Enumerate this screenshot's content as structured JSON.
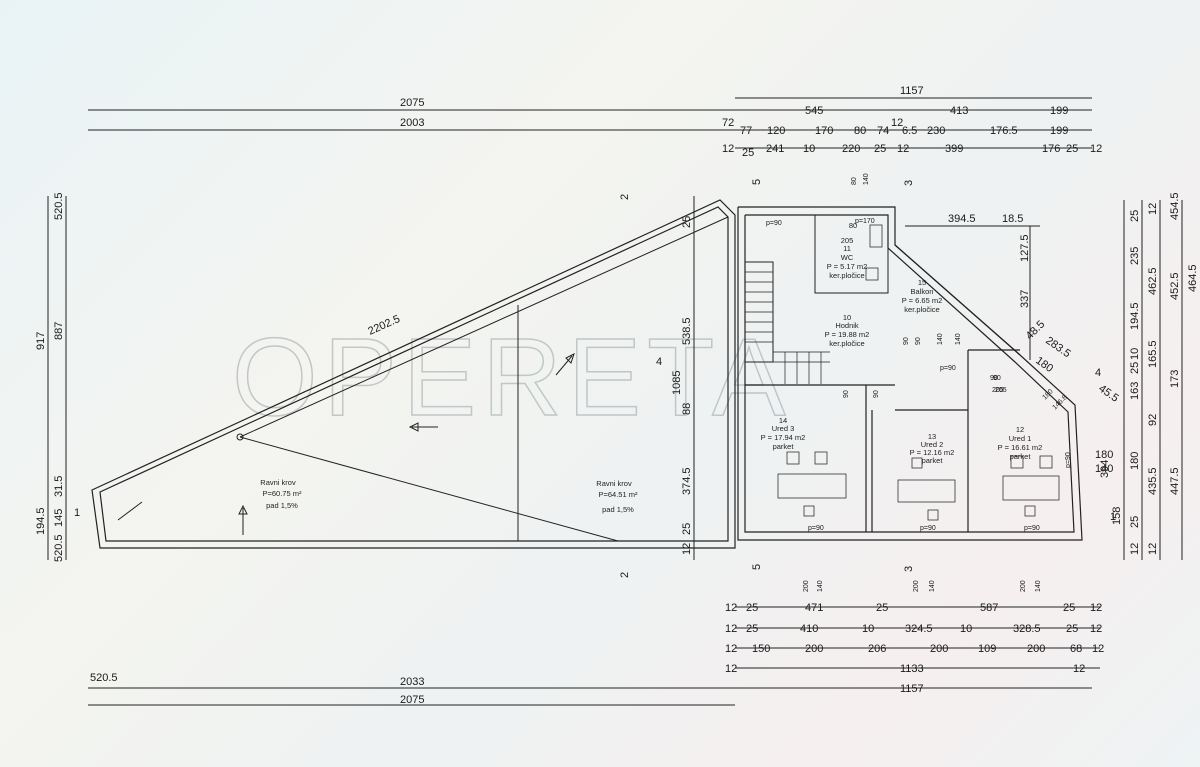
{
  "watermark": "OPERETA",
  "top_dims": {
    "row1_left": "2075",
    "row1_right": "1157",
    "row2": [
      "545",
      "413",
      "199"
    ],
    "row3_left": "2003",
    "row3_prefix": "72",
    "row3": [
      "77",
      "120",
      "170",
      "80",
      "74",
      "12",
      "6.5",
      "230",
      "176.5",
      "199"
    ],
    "row4": [
      "12",
      "25",
      "241",
      "10",
      "220",
      "25",
      "12",
      "399",
      "176",
      "25",
      "12"
    ]
  },
  "bottom_dims": {
    "row1": [
      "12",
      "25",
      "471",
      "25",
      "587",
      "25",
      "12"
    ],
    "row2": [
      "12",
      "25",
      "410",
      "10",
      "324.5",
      "10",
      "328.5",
      "25",
      "12"
    ],
    "row3": [
      "12",
      "150",
      "200",
      "206",
      "200",
      "109",
      "200",
      "68",
      "12"
    ],
    "row4": [
      "12",
      "1133",
      "12"
    ],
    "row5_left": "2033",
    "row5_prefix": "520.5",
    "row5_right": "1157",
    "row6": "2075"
  },
  "left_dims": [
    "917",
    "887",
    "520.5",
    "194.5",
    "145",
    "31.5",
    "520.5"
  ],
  "right_dims": [
    "25",
    "235",
    "194.5",
    "10",
    "163",
    "25",
    "180",
    "25",
    "158",
    "12",
    "12",
    "462.5",
    "165.5",
    "92",
    "435.5",
    "12",
    "454.5",
    "452.5",
    "173",
    "447.5",
    "464.5"
  ],
  "roof_dims": [
    "2202.5",
    "538.5",
    "1085",
    "88",
    "374.5",
    "25",
    "25",
    "12"
  ],
  "interior_dims": [
    "394.5",
    "18.5",
    "127.5",
    "337",
    "48.5",
    "283.5",
    "180",
    "45.5",
    "180",
    "146.8",
    "90",
    "205",
    "180",
    "140",
    "394"
  ],
  "section_marks": [
    "1",
    "2",
    "3",
    "4",
    "5"
  ],
  "rooms": [
    {
      "num": "11",
      "name": "WC",
      "area": "P = 5.17 m2",
      "floor": "ker.pločice",
      "door": "80",
      "door2": "205"
    },
    {
      "num": "10",
      "name": "Hodnik",
      "area": "P = 19.88 m2",
      "floor": "ker.pločice"
    },
    {
      "num": "15",
      "name": "Balkon",
      "area": "P = 6.65 m2",
      "floor": "ker.pločice"
    },
    {
      "num": "14",
      "name": "Ured 3",
      "area": "P = 17.94 m2",
      "floor": "parket"
    },
    {
      "num": "13",
      "name": "Ured 2",
      "area": "P = 12.16 m2",
      "floor": "parket"
    },
    {
      "num": "12",
      "name": "Ured 1",
      "area": "P = 16.61 m2",
      "floor": "parket"
    }
  ],
  "roofs": [
    {
      "name": "Ravni krov",
      "area": "P=60.75 m²",
      "slope": "pad 1,5%"
    },
    {
      "name": "Ravni krov",
      "area": "P=64.51 m²",
      "slope": "pad 1,5%"
    }
  ],
  "window_labels": [
    "p=90",
    "p=170",
    "p=90",
    "p=90",
    "p=90",
    "p=90",
    "p=90"
  ],
  "opening_labels": [
    "200",
    "140",
    "200",
    "140",
    "200",
    "140",
    "80",
    "140",
    "90",
    "90",
    "140",
    "90",
    "90",
    "140",
    "90",
    "205"
  ]
}
